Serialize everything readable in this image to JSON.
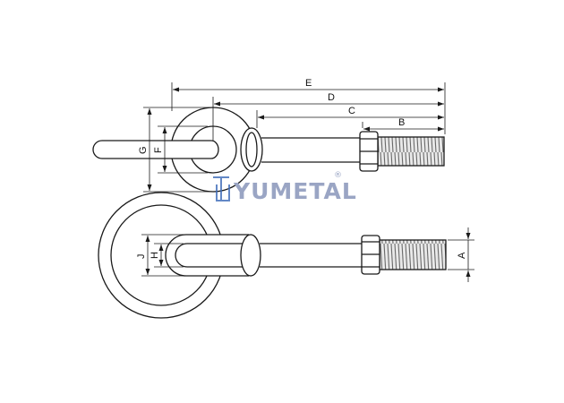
{
  "drawing": {
    "labels": {
      "A": "A",
      "B": "B",
      "C": "C",
      "D": "D",
      "E": "E",
      "F": "F",
      "G": "G",
      "H": "H",
      "J": "J"
    },
    "watermark": {
      "brand": "YUMETAL",
      "registered": "®"
    },
    "colors": {
      "line": "#1a1a1a",
      "thread": "#777777",
      "watermark": "#9aa5c4",
      "watermark_dark": "#3d6bb8"
    }
  }
}
